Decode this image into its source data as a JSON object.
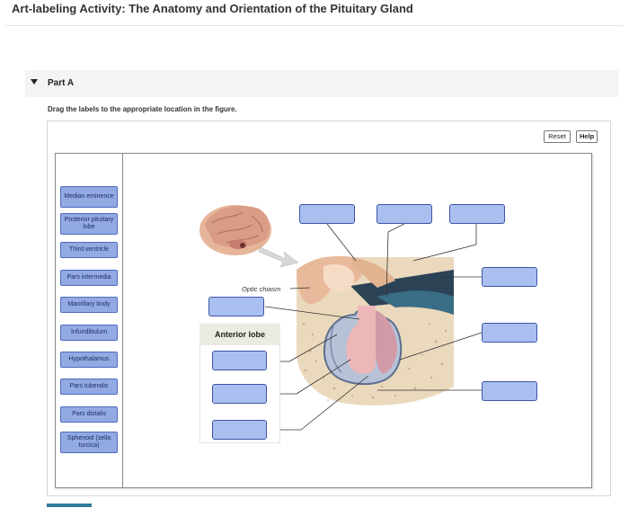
{
  "header": {
    "title": "Art-labeling Activity: The Anatomy and Orientation of the Pituitary Gland"
  },
  "part": {
    "label": "Part A",
    "instruction": "Drag the labels to the appropriate location in the figure."
  },
  "toolbar": {
    "reset_label": "Reset",
    "help_label": "Help"
  },
  "labels": [
    "Median eminence",
    "Posterior pituitary lobe",
    "Third ventricle",
    "Pars intermedia",
    "Mamillary body",
    "Infundibulum",
    "Hypothalamus",
    "Pars tuberalis",
    "Pars distalis",
    "Sphenoid (sella turcica)"
  ],
  "figure": {
    "optic_chiasm_label": "Optic chiasm",
    "anterior_lobe_header": "Anterior lobe"
  },
  "colors": {
    "label_fill": "#93a9e2",
    "label_border": "#4d6cc0",
    "target_fill": "#a9bff0",
    "accent": "#2d7d9a"
  }
}
